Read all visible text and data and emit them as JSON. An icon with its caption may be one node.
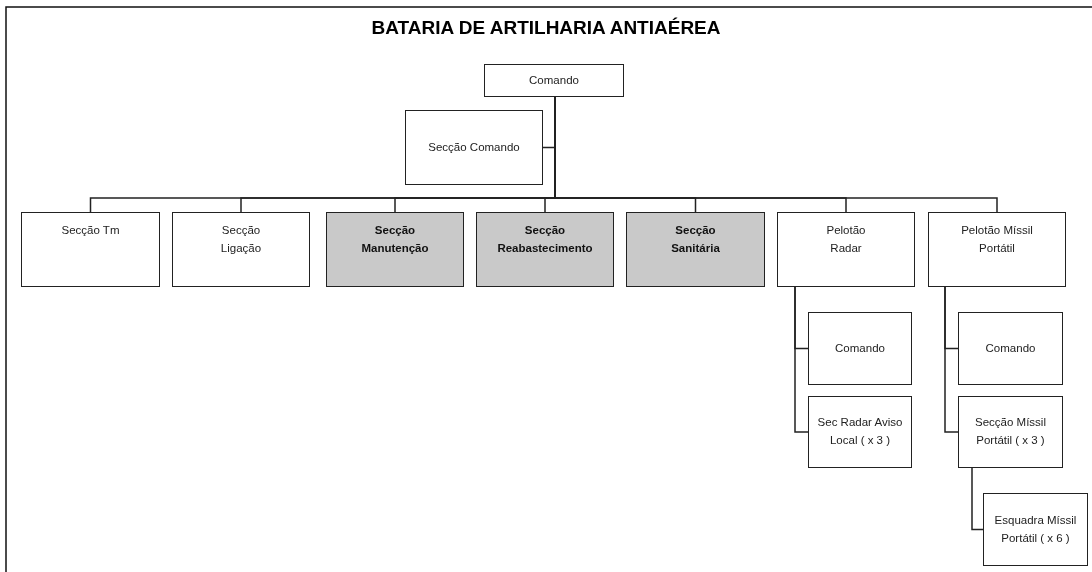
{
  "diagram": {
    "title": "BATARIA DE ARTILHARIA ANTIAÉREA",
    "nodes": [
      {
        "text": [
          "Comando"
        ]
      },
      {
        "text": [
          "Secção Comando"
        ]
      },
      {
        "text": [
          "Secção Tm"
        ]
      },
      {
        "text": [
          "Secção Ligação"
        ]
      },
      {
        "text": [
          "Secção Manutenção"
        ]
      },
      {
        "text": [
          "Secção Reabastecimento"
        ]
      },
      {
        "text": [
          "Secção Sanitária"
        ]
      },
      {
        "text": [
          "Pelotão Radar"
        ]
      },
      {
        "text": [
          "Pelotão Míssil Portátil"
        ]
      },
      {
        "text": [
          "Comando"
        ]
      },
      {
        "text": [
          "Sec Radar Aviso Local ( x 3 )"
        ]
      },
      {
        "text": [
          "Comando"
        ]
      },
      {
        "text": [
          "Secção Míssil Portátil ( x 3 )"
        ]
      },
      {
        "text": [
          "Esquadra Míssil Portátil ( x 6 )"
        ]
      }
    ],
    "edges": [
      {
        "from": 0,
        "to": 1,
        "arrow": "none"
      },
      {
        "from": 0,
        "to": 2,
        "arrow": "none"
      },
      {
        "from": 0,
        "to": 3,
        "arrow": "none"
      },
      {
        "from": 0,
        "to": 4,
        "arrow": "none"
      },
      {
        "from": 0,
        "to": 5,
        "arrow": "none"
      },
      {
        "from": 0,
        "to": 6,
        "arrow": "none"
      },
      {
        "from": 0,
        "to": 7,
        "arrow": "none"
      },
      {
        "from": 0,
        "to": 8,
        "arrow": "none"
      },
      {
        "from": 7,
        "to": 9,
        "arrow": "none"
      },
      {
        "from": 7,
        "to": 10,
        "arrow": "none"
      },
      {
        "from": 8,
        "to": 11,
        "arrow": "none"
      },
      {
        "from": 8,
        "to": 12,
        "arrow": "none"
      },
      {
        "from": 12,
        "to": 13,
        "arrow": "none"
      }
    ]
  }
}
